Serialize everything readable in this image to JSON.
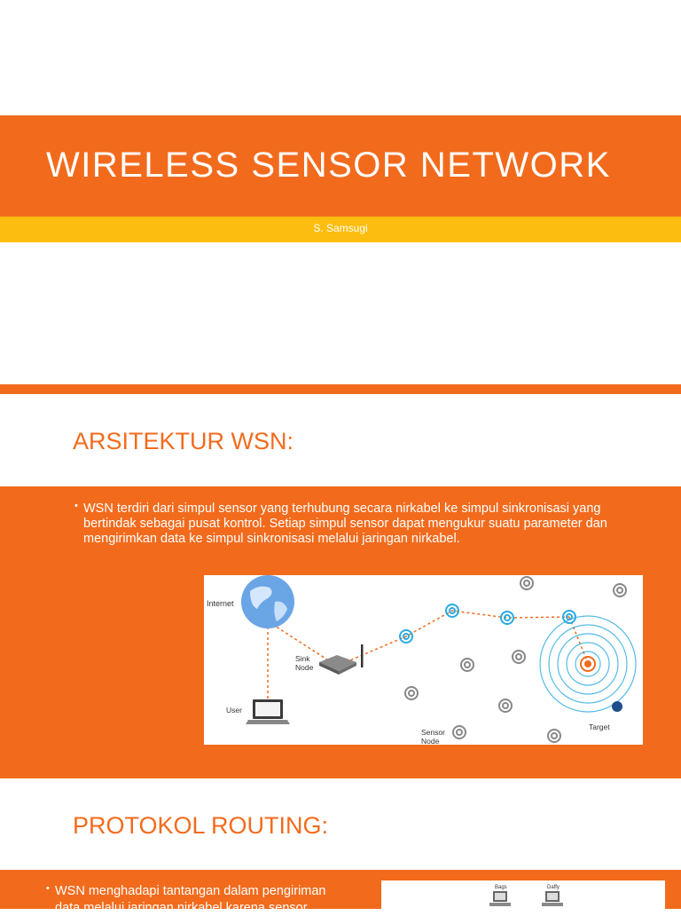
{
  "slide1": {
    "title": "WIRELESS SENSOR NETWORK",
    "subtitle": "S. Samsugi"
  },
  "slide2": {
    "heading": "ARSITEKTUR WSN:",
    "bullet": "WSN terdiri dari simpul sensor yang terhubung secara nirkabel ke simpul sinkronisasi yang bertindak sebagai pusat kontrol. Setiap simpul sensor dapat mengukur suatu parameter dan mengirimkan data ke simpul sinkronisasi melalui jaringan nirkabel.",
    "diagram": {
      "internet_label": "Internet",
      "sink_label_1": "Sink",
      "sink_label_2": "Node",
      "user_label": "User",
      "sensor_label_1": "Sensor",
      "sensor_label_2": "Node",
      "target_label": "Target"
    }
  },
  "slide3": {
    "heading": "PROTOKOL ROUTING:",
    "bullet_line1": "WSN menghadapi tantangan dalam pengiriman",
    "bullet_line2": "data melalui jaringan nirkabel karena sensor",
    "diagram": {
      "label_a": "Bags",
      "label_b": "Daffy"
    }
  },
  "colors": {
    "accent": "#f26b1d",
    "subtitle_band": "#fdbd10",
    "sensor_ring": "#29abe2"
  }
}
